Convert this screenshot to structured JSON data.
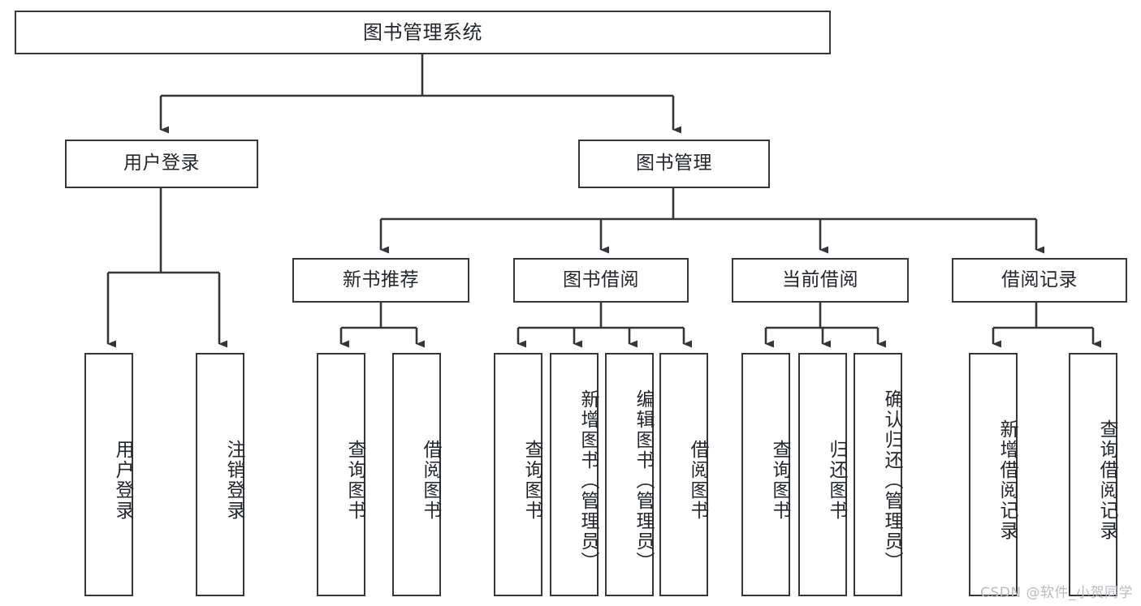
{
  "diagram": {
    "title": "图书管理系统",
    "type": "hierarchy-tree",
    "orientation": "top-down",
    "line_color": "#33373b",
    "box_fill": "#ffffff",
    "text_color": "#23272b",
    "watermark": "CSDN @软件_小贺同学"
  },
  "nodes": {
    "root": {
      "label": "图书管理系统"
    },
    "level1": [
      {
        "label": "用户登录"
      },
      {
        "label": "图书管理"
      }
    ],
    "level2": [
      {
        "label": "新书推荐"
      },
      {
        "label": "图书借阅"
      },
      {
        "label": "当前借阅"
      },
      {
        "label": "借阅记录"
      }
    ],
    "leaves": {
      "user_login": [
        {
          "label": "用户登录"
        },
        {
          "label": "注销登录"
        }
      ],
      "new_book_recommend": [
        {
          "label": "查询图书"
        },
        {
          "label": "借阅图书"
        }
      ],
      "book_borrow": [
        {
          "label": "查询图书"
        },
        {
          "label": "新增图书（管理员）"
        },
        {
          "label": "编辑图书（管理员）"
        },
        {
          "label": "借阅图书"
        }
      ],
      "current_borrow": [
        {
          "label": "查询图书"
        },
        {
          "label": "归还图书"
        },
        {
          "label": "确认归还（管理员）"
        }
      ],
      "borrow_record": [
        {
          "label": "新增借阅记录"
        },
        {
          "label": "查询借阅记录"
        }
      ]
    }
  }
}
